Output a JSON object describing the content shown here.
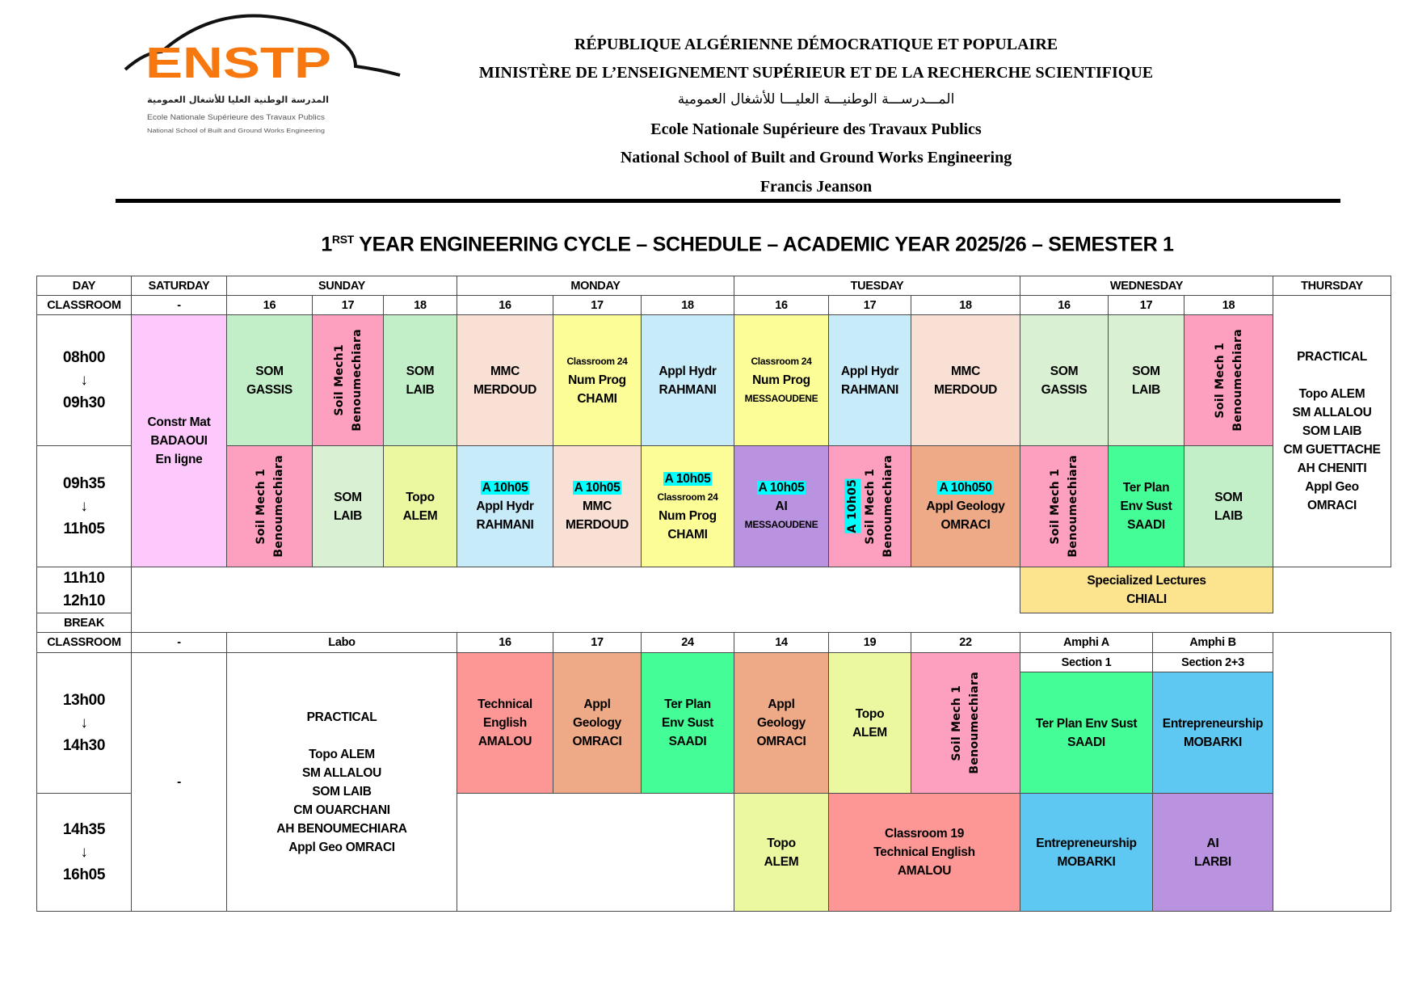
{
  "header": {
    "lines": [
      "RÉPUBLIQUE ALGÉRIENNE DÉMOCRATIQUE ET POPULAIRE",
      "MINISTÈRE DE L’ENSEIGNEMENT SUPÉRIEUR ET DE LA RECHERCHE SCIENTIFIQUE",
      "المـــدرســـة الوطنيـــة العليـــا للأشغال العمومية",
      "Ecole Nationale Supérieure des Travaux Publics",
      "National School of Built and Ground Works Engineering",
      "Francis Jeanson"
    ],
    "logo": {
      "acronym": "ENSTP",
      "arabic": "المدرسة الوطنية العليا للأشغال العمومية",
      "french": "Ecole Nationale Supérieure des Travaux Publics",
      "english": "National School of Built and Ground Works Engineering",
      "color": "#f7780f"
    }
  },
  "title": {
    "prefix": "1",
    "sup": "RST",
    "text": " YEAR ENGINEERING CYCLE – SCHEDULE – ACADEMIC YEAR 2025/26 – SEMESTER 1"
  },
  "colors": {
    "highlight": "#00ffff",
    "border": "#4a4a4a"
  },
  "cells": {
    "h_day": {
      "lines": [
        "DAY"
      ]
    },
    "h_sat": {
      "lines": [
        "SATURDAY"
      ]
    },
    "h_sun": {
      "lines": [
        "SUNDAY"
      ]
    },
    "h_mon": {
      "lines": [
        "MONDAY"
      ]
    },
    "h_tue": {
      "lines": [
        "TUESDAY"
      ]
    },
    "h_wed": {
      "lines": [
        "WEDNESDAY"
      ]
    },
    "h_thu": {
      "lines": [
        "THURSDAY"
      ]
    },
    "h_room": {
      "lines": [
        "CLASSROOM"
      ]
    },
    "h_r_sat": {
      "lines": [
        "-"
      ]
    },
    "h_r_sun16": {
      "lines": [
        "16"
      ]
    },
    "h_r_sun17": {
      "lines": [
        "17"
      ]
    },
    "h_r_sun18": {
      "lines": [
        "18"
      ]
    },
    "h_r_mon16": {
      "lines": [
        "16"
      ]
    },
    "h_r_mon17": {
      "lines": [
        "17"
      ]
    },
    "h_r_mon18": {
      "lines": [
        "18"
      ]
    },
    "h_r_tue16": {
      "lines": [
        "16"
      ]
    },
    "h_r_tue17": {
      "lines": [
        "17"
      ]
    },
    "h_r_tue18": {
      "lines": [
        "18"
      ]
    },
    "h_r_wed16": {
      "lines": [
        "16"
      ]
    },
    "h_r_wed17": {
      "lines": [
        "17"
      ]
    },
    "h_r_wed18": {
      "lines": [
        "18"
      ]
    },
    "t1": {
      "lines": [
        "08h00",
        "↓",
        "09h30"
      ]
    },
    "t2": {
      "lines": [
        "09h35",
        "↓",
        "11h05"
      ]
    },
    "t3": {
      "lines": [
        "11h10",
        "12h10"
      ]
    },
    "t_break": {
      "lines": [
        "BREAK"
      ]
    },
    "t4": {
      "lines": [
        "13h00",
        "↓",
        "14h30"
      ]
    },
    "t5": {
      "lines": [
        "14h35",
        "↓",
        "16h05"
      ]
    },
    "sat_am": {
      "lines": [
        "Constr Mat",
        "BADAOUI",
        "En ligne"
      ],
      "color": "#fdc9fd"
    },
    "sun16_1": {
      "lines": [
        "SOM",
        "GASSIS"
      ],
      "color": "#c3efc8"
    },
    "sun17_1": {
      "lines": [
        "Soil Mech1",
        "Benoumechiara"
      ],
      "color": "#fda0bf",
      "vertical": true
    },
    "sun18_1": {
      "lines": [
        "SOM",
        "LAIB"
      ],
      "color": "#c3efc8"
    },
    "mon16_1": {
      "lines": [
        "MMC",
        "MERDOUD"
      ],
      "color": "#f9e0d4"
    },
    "mon17_1": {
      "lines": [
        "Classroom 24",
        "Num Prog",
        "CHAMI"
      ],
      "small": [
        0
      ],
      "color": "#fdfd98"
    },
    "mon18_1": {
      "lines": [
        "Appl Hydr",
        "RAHMANI"
      ],
      "color": "#c8ebf9"
    },
    "tue16_1": {
      "lines": [
        "Classroom 24",
        "Num Prog",
        "MESSAOUDENE"
      ],
      "small": [
        0,
        2
      ],
      "color": "#fdfd98"
    },
    "tue17_1": {
      "lines": [
        "Appl Hydr",
        "RAHMANI"
      ],
      "color": "#c8ebf9"
    },
    "tue18_1": {
      "lines": [
        "MMC",
        "MERDOUD"
      ],
      "color": "#f9e0d4"
    },
    "wed16_1": {
      "lines": [
        "SOM",
        "GASSIS"
      ],
      "color": "#d9f0d3"
    },
    "wed17_1": {
      "lines": [
        "SOM",
        "LAIB"
      ],
      "color": "#d9f0d3"
    },
    "wed18_1": {
      "lines": [
        "Soil Mech 1",
        "Benoumechiara"
      ],
      "color": "#fda0bf",
      "vertical": true
    },
    "thu_am": {
      "lines": [
        "PRACTICAL",
        "Topo ALEM",
        "SM ALLALOU",
        "SOM LAIB",
        "CM GUETTACHE",
        "AH CHENITI",
        "Appl Geo",
        "OMRACI"
      ],
      "gap": [
        0
      ],
      "color": "#ffffff"
    },
    "sun16_2": {
      "lines": [
        "Soil Mech 1",
        "Benoumechiara"
      ],
      "color": "#fda0bf",
      "vertical": true
    },
    "sun17_2": {
      "lines": [
        "SOM",
        "LAIB"
      ],
      "color": "#d9f0d3"
    },
    "sun18_2": {
      "lines": [
        "Topo",
        "ALEM"
      ],
      "color": "#ecf8a0"
    },
    "mon16_2": {
      "lines": [
        "A 10h05",
        "Appl Hydr",
        "RAHMANI"
      ],
      "hl": [
        0
      ],
      "color": "#c8ebf9"
    },
    "mon17_2": {
      "lines": [
        "A 10h05",
        "MMC",
        "MERDOUD"
      ],
      "hl": [
        0
      ],
      "color": "#f9e0d4"
    },
    "mon18_2": {
      "lines": [
        "A 10h05",
        "Classroom 24",
        "Num Prog",
        "CHAMI"
      ],
      "hl": [
        0
      ],
      "small": [
        1
      ],
      "color": "#fdfd98"
    },
    "tue16_2": {
      "lines": [
        "A 10h05",
        "AI",
        "MESSAOUDENE"
      ],
      "hl": [
        0
      ],
      "small": [
        2
      ],
      "color": "#b993df"
    },
    "tue17_2": {
      "lines": [
        "A 10h05",
        "Soil Mech 1",
        "Benoumechiara"
      ],
      "hl": [
        0
      ],
      "color": "#fda0bf",
      "vertical": true
    },
    "tue18_2": {
      "lines": [
        "A 10h050",
        "Appl Geology",
        "OMRACI"
      ],
      "hl": [
        0
      ],
      "color": "#eea986"
    },
    "wed16_2": {
      "lines": [
        "Soil Mech 1",
        "Benoumechiara"
      ],
      "color": "#fda0bf",
      "vertical": true
    },
    "wed17_2": {
      "lines": [
        "Ter Plan",
        "Env Sust",
        "SAADI"
      ],
      "color": "#45fd96"
    },
    "wed18_2": {
      "lines": [
        "SOM",
        "LAIB"
      ],
      "color": "#c3efc8"
    },
    "spec": {
      "lines": [
        "Specialized Lectures",
        "CHIALI"
      ],
      "color": "#fce38e"
    },
    "h2_room": {
      "lines": [
        "CLASSROOM"
      ]
    },
    "h2_sat": {
      "lines": [
        "-"
      ]
    },
    "h2_labo": {
      "lines": [
        "Labo"
      ]
    },
    "h2_m16": {
      "lines": [
        "16"
      ]
    },
    "h2_m17": {
      "lines": [
        "17"
      ]
    },
    "h2_m24": {
      "lines": [
        "24"
      ]
    },
    "h2_t14": {
      "lines": [
        "14"
      ]
    },
    "h2_t19": {
      "lines": [
        "19"
      ]
    },
    "h2_t22": {
      "lines": [
        "22"
      ]
    },
    "h2_ampA": {
      "lines": [
        "Amphi A"
      ]
    },
    "h2_ampB": {
      "lines": [
        "Amphi B"
      ]
    },
    "h2_secA": {
      "lines": [
        "Section 1"
      ]
    },
    "h2_secB": {
      "lines": [
        "Section 2+3"
      ]
    },
    "sat_pm": {
      "lines": [
        "-"
      ],
      "color": "#ffffff"
    },
    "labo_pm": {
      "lines": [
        "PRACTICAL",
        "Topo ALEM",
        "SM ALLALOU",
        "SOM LAIB",
        "CM OUARCHANI",
        "AH BENOUMECHIARA",
        "Appl Geo OMRACI"
      ],
      "gap": [
        0
      ],
      "color": "#ffffff"
    },
    "mon16_3": {
      "lines": [
        "Technical",
        "English",
        "AMALOU"
      ],
      "color": "#fd9795"
    },
    "mon17_3": {
      "lines": [
        "Appl",
        "Geology",
        "OMRACI"
      ],
      "color": "#eea986"
    },
    "mon24_3": {
      "lines": [
        "Ter Plan",
        "Env Sust",
        "SAADI"
      ],
      "color": "#45fd96"
    },
    "tue14_3": {
      "lines": [
        "Appl",
        "Geology",
        "OMRACI"
      ],
      "color": "#eea986"
    },
    "tue19_3": {
      "lines": [
        "Topo",
        "ALEM"
      ],
      "color": "#ecf8a0"
    },
    "tue22_3": {
      "lines": [
        "Soil Mech 1",
        "Benoumechiara"
      ],
      "color": "#fda0bf",
      "vertical": true
    },
    "ampA_3": {
      "lines": [
        "Ter Plan Env Sust",
        "SAADI"
      ],
      "color": "#45fd96"
    },
    "ampB_3": {
      "lines": [
        "Entrepreneurship",
        "MOBARKI"
      ],
      "color": "#5ec8f2"
    },
    "tue14_4": {
      "lines": [
        "Topo",
        "ALEM"
      ],
      "color": "#ecf8a0"
    },
    "tue1922_4": {
      "lines": [
        "Classroom 19",
        "Technical English",
        "AMALOU"
      ],
      "color": "#fd9795"
    },
    "ampA_4": {
      "lines": [
        "Entrepreneurship",
        "MOBARKI"
      ],
      "color": "#5ec8f2"
    },
    "ampB_4": {
      "lines": [
        "AI",
        "LARBI"
      ],
      "color": "#b993df"
    }
  }
}
